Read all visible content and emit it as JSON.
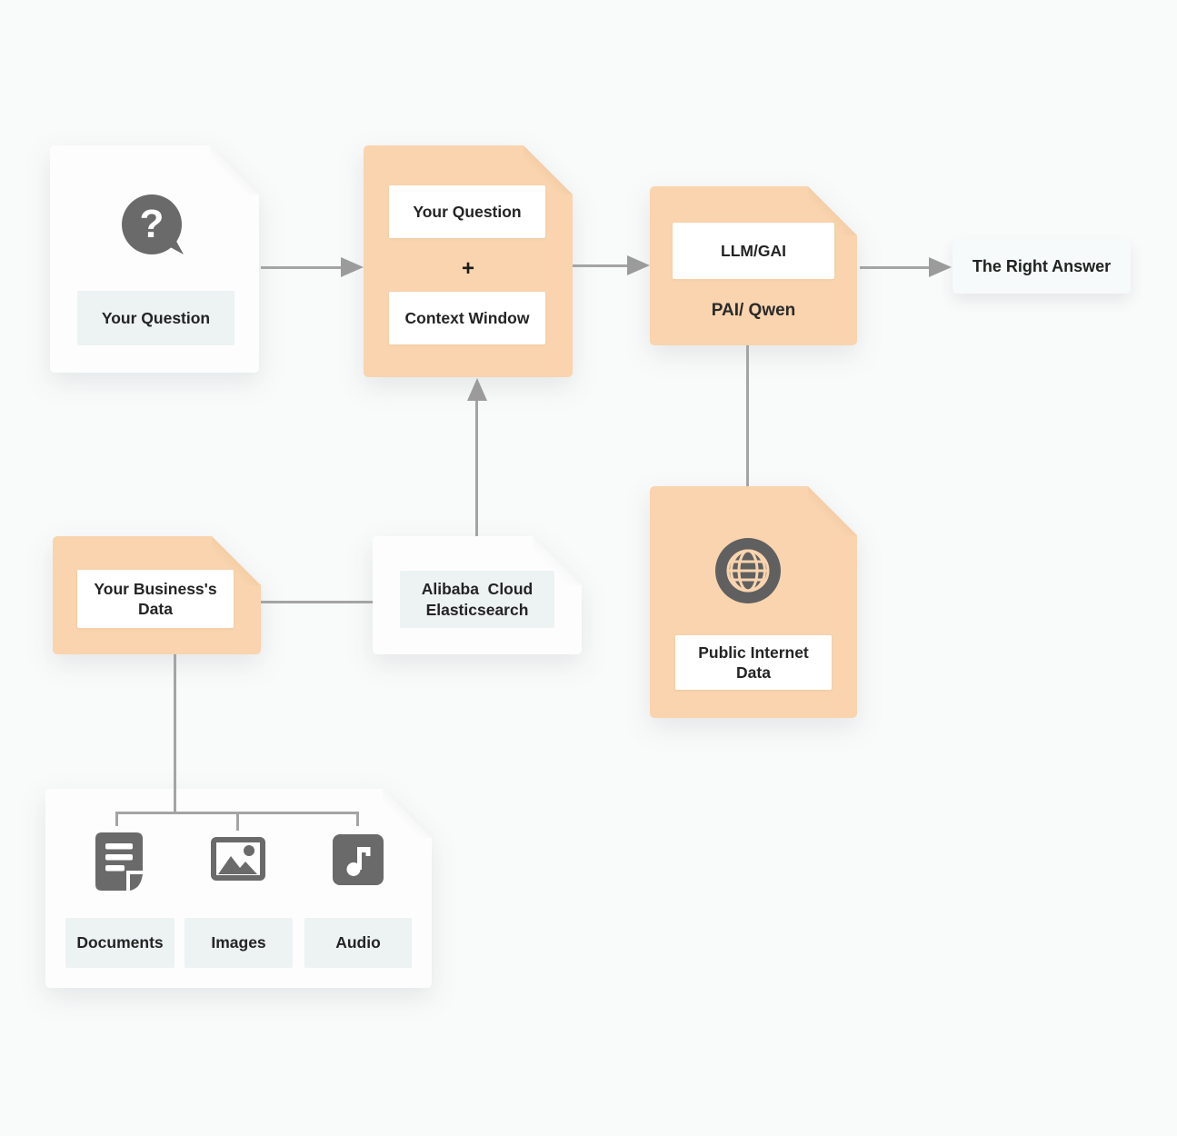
{
  "palette": {
    "bg": "#f9fafa",
    "peach": "#f9d4ae",
    "node_white": "#fdfdfd",
    "chip_white": "#ffffff",
    "chip_tint": "#edf2f2",
    "icon_gray": "#686868",
    "line_gray": "#a4a4a4",
    "text_dark": "#242424"
  },
  "nodes": {
    "question": {
      "label": "Your Question",
      "icon": "question-bubble"
    },
    "prompt": {
      "question_label": "Your Question",
      "operator": "+",
      "context_label": "Context Window"
    },
    "llm": {
      "label": "LLM/GAI",
      "sublabel": "PAI/ Qwen"
    },
    "answer": {
      "label": "The Right Answer"
    },
    "business_data": {
      "label": "Your Business's\nData"
    },
    "elasticsearch": {
      "label": "Alibaba  Cloud\nElasticsearch"
    },
    "public_internet": {
      "label": "Public Internet\nData",
      "icon": "globe"
    },
    "sources": {
      "items": [
        {
          "label": "Documents",
          "icon": "document"
        },
        {
          "label": "Images",
          "icon": "image"
        },
        {
          "label": "Audio",
          "icon": "audio-note"
        }
      ]
    }
  }
}
